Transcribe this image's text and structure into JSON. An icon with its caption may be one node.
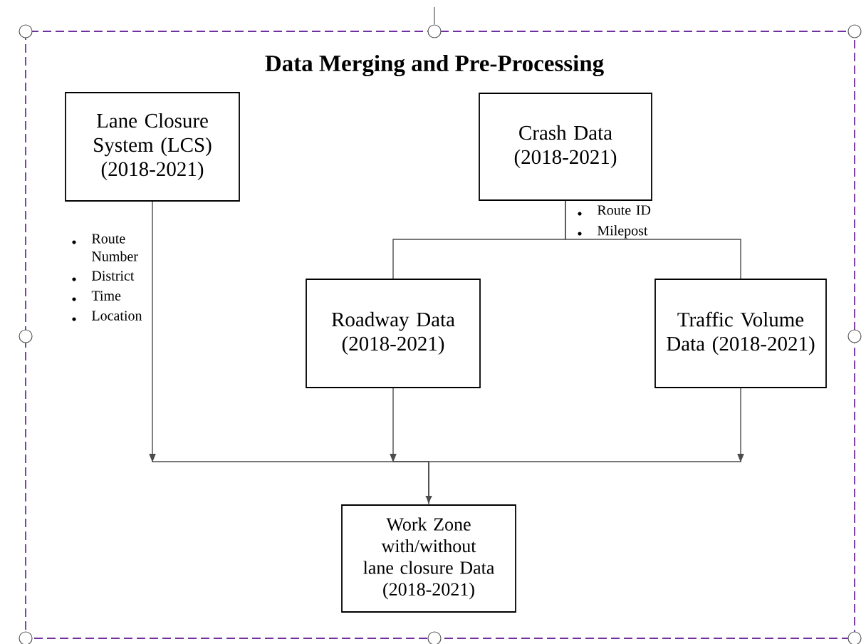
{
  "diagram": {
    "title": "Data Merging and Pre-Processing",
    "nodes": [
      {
        "text": [
          "Lane Closure System (LCS) (2018-2021)"
        ]
      },
      {
        "text": [
          "Crash Data (2018-2021)"
        ]
      },
      {
        "text": [
          "Roadway Data (2018-2021)"
        ]
      },
      {
        "text": [
          "Traffic Volume Data (2018-2021)"
        ]
      },
      {
        "text": [
          "Work Zone with/without lane closure Data (2018-2021)"
        ]
      }
    ],
    "edges": [
      {
        "from": 1,
        "to": 2,
        "arrow": "none"
      },
      {
        "from": 1,
        "to": 3,
        "arrow": "none"
      },
      {
        "from": 0,
        "to": 4,
        "arrow": "to"
      },
      {
        "from": 2,
        "to": 4,
        "arrow": "to"
      },
      {
        "from": 3,
        "to": 4,
        "arrow": "to"
      }
    ],
    "labels": [
      "Route Number",
      "District",
      "Time",
      "Location",
      "Route ID",
      "Milepost"
    ]
  }
}
